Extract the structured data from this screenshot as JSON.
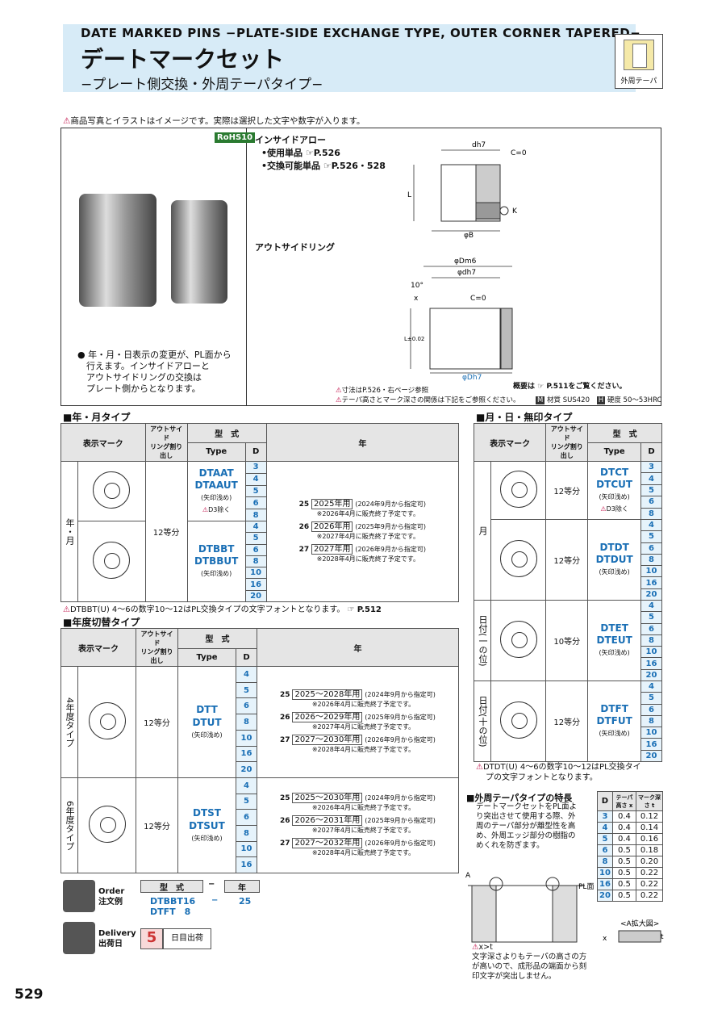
{
  "header": {
    "en_title": "DATE MARKED PINS −PLATE-SIDE EXCHANGE TYPE, OUTER CORNER TAPERED−",
    "jp_title": "デートマークセット",
    "jp_subtitle": "−プレート側交換・外周テーパタイプ−",
    "badge_label": "外周テーパ"
  },
  "notice": "商品写真とイラストはイメージです。実際は選択した文字や数字が入ります。",
  "product_box": {
    "rohs": "RoHS10",
    "bullets": [
      "年・月・日表示の変更が、PL面から",
      "行えます。インサイドアローと",
      "アウトサイドリングの交換は",
      "プレート側からとなります。"
    ],
    "inside_arrow": {
      "title": "インサイドアロー",
      "single": "•使用単品",
      "single_ref": "P.526",
      "exch": "•交換可能単品",
      "exch_ref": "P.526・528"
    },
    "outside_ring": {
      "title": "アウトサイドリング"
    },
    "dims_top": {
      "d": "dh7",
      "c": "C=0",
      "l": "L",
      "k": "K",
      "b": "φB"
    },
    "dims_bottom": {
      "dm": "φDm6",
      "dh": "φdh7",
      "c": "C=0",
      "ang": "10°",
      "x": "x",
      "l": "L±0.02",
      "d": "φDh7"
    },
    "foot1": "寸法はP.526・右ページ参照",
    "foot2": "テーパ高さとマーク深さの関係は下記をご参照ください。",
    "outline": "概要は",
    "outline_ref": "P.511をご覧ください。",
    "material": "材質",
    "material_val": "SUS420",
    "hardness": "硬度",
    "hardness_val": "50〜53HRC"
  },
  "ym_section": {
    "title": "■年・月タイプ",
    "headers": {
      "mark": "表示マーク",
      "outside": "アウトサイド",
      "outside2": "リング割り出し",
      "model": "型　式",
      "type": "Type",
      "d": "D",
      "year": "年"
    },
    "group": "年・月",
    "div": "12等分",
    "rowA": {
      "types": [
        "DTAAT",
        "DTAAUT"
      ],
      "note1": "(矢印浅め)",
      "note2": "D3除く",
      "d": [
        "3",
        "4",
        "5",
        "6",
        "8"
      ]
    },
    "rowB": {
      "types": [
        "DTBBT",
        "DTBBUT"
      ],
      "note1": "(矢印浅め)",
      "d": [
        "4",
        "5",
        "6",
        "8",
        "10",
        "16",
        "20"
      ]
    },
    "years": [
      {
        "n": "25",
        "label": "2025年用",
        "spec": "(2024年9月から指定可)",
        "sale": "※2026年4月に販売終了予定です。"
      },
      {
        "n": "26",
        "label": "2026年用",
        "spec": "(2025年9月から指定可)",
        "sale": "※2027年4月に販売終了予定です。"
      },
      {
        "n": "27",
        "label": "2027年用",
        "spec": "(2026年9月から指定可)",
        "sale": "※2028年4月に販売終了予定です。"
      }
    ],
    "footnote": "DTBBT(U) 4〜6の数字10〜12はPL交換タイプの文字フォントとなります。",
    "footnote_ref": "P.512"
  },
  "yc_section": {
    "title": "■年度切替タイプ",
    "div": "12等分",
    "group4": "4年度タイプ",
    "group6": "6年度タイプ",
    "r4": {
      "types": [
        "DTT",
        "DTUT"
      ],
      "note": "(矢印浅め)",
      "d": [
        "4",
        "5",
        "6",
        "8",
        "10",
        "16",
        "20"
      ],
      "years": [
        {
          "n": "25",
          "label": "2025〜2028年用",
          "spec": "(2024年9月から指定可)",
          "sale": "※2026年4月に販売終了予定です。"
        },
        {
          "n": "26",
          "label": "2026〜2029年用",
          "spec": "(2025年9月から指定可)",
          "sale": "※2027年4月に販売終了予定です。"
        },
        {
          "n": "27",
          "label": "2027〜2030年用",
          "spec": "(2026年9月から指定可)",
          "sale": "※2028年4月に販売終了予定です。"
        }
      ]
    },
    "r6": {
      "types": [
        "DTST",
        "DTSUT"
      ],
      "note": "(矢印浅め)",
      "d": [
        "4",
        "5",
        "6",
        "8",
        "10",
        "16"
      ],
      "years": [
        {
          "n": "25",
          "label": "2025〜2030年用",
          "spec": "(2024年9月から指定可)",
          "sale": "※2026年4月に販売終了予定です。"
        },
        {
          "n": "26",
          "label": "2026〜2031年用",
          "spec": "(2025年9月から指定可)",
          "sale": "※2027年4月に販売終了予定です。"
        },
        {
          "n": "27",
          "label": "2027〜2032年用",
          "spec": "(2026年9月から指定可)",
          "sale": "※2028年4月に販売終了予定です。"
        }
      ]
    }
  },
  "md_section": {
    "title": "■月・日・無印タイプ",
    "groups": [
      {
        "label": "月",
        "div": "12等分",
        "types": [
          "DTCT",
          "DTCUT"
        ],
        "note": "(矢印浅め)",
        "note2": "D3除く",
        "d": [
          "3",
          "4",
          "5",
          "6",
          "8"
        ]
      },
      {
        "label": "",
        "div": "12等分",
        "types": [
          "DTDT",
          "DTDUT"
        ],
        "note": "(矢印浅め)",
        "d": [
          "4",
          "5",
          "6",
          "8",
          "10",
          "16",
          "20"
        ]
      },
      {
        "label": "日付(一の位)",
        "div": "10等分",
        "types": [
          "DTET",
          "DTEUT"
        ],
        "note": "(矢印浅め)",
        "d": [
          "4",
          "5",
          "6",
          "8",
          "10",
          "16",
          "20"
        ]
      },
      {
        "label": "日付(十の位)",
        "div": "12等分",
        "types": [
          "DTFT",
          "DTFUT"
        ],
        "note": "(矢印浅め)",
        "d": [
          "4",
          "5",
          "6",
          "8",
          "10",
          "16",
          "20"
        ]
      }
    ],
    "footnote1": "DTDT(U) 4〜6の数字10〜12はPL交換タイ",
    "footnote2": "プの文字フォントとなります。"
  },
  "taper": {
    "title": "■外周テーパタイプの特長",
    "desc": [
      "デートマークセットをPL面よ",
      "り突出させて使用する際、外",
      "周のテーパ部分が離型性を高",
      "め、外周エッジ部分の樹脂の",
      "めくれを防ぎます。"
    ],
    "headers": [
      "D",
      "テーパ高さ x",
      "マーク深さ t"
    ],
    "rows": [
      [
        "3",
        "0.4",
        "0.12"
      ],
      [
        "4",
        "0.4",
        "0.14"
      ],
      [
        "5",
        "0.4",
        "0.16"
      ],
      [
        "6",
        "0.5",
        "0.18"
      ],
      [
        "8",
        "0.5",
        "0.20"
      ],
      [
        "10",
        "0.5",
        "0.22"
      ],
      [
        "16",
        "0.5",
        "0.22"
      ],
      [
        "20",
        "0.5",
        "0.22"
      ]
    ],
    "fig_a": "A",
    "fig_pl": "PL面",
    "fig_enl": "<A拡大図>",
    "fig_x": "x",
    "fig_t": "t",
    "note_title": "x>t",
    "note": [
      "文字深さよりもテーパの高さの方",
      "が高いので、成形品の端面から刻",
      "印文字が突出しません。"
    ]
  },
  "order": {
    "label_en": "Order",
    "label_jp": "注文例",
    "h_model": "型　式",
    "h_dash": "−",
    "h_year": "年",
    "ex1_model": "DTBBT16",
    "ex1_year": "25",
    "ex2_model": "DTFT　8"
  },
  "delivery": {
    "label_en": "Delivery",
    "label_jp": "出荷日",
    "days": "5",
    "unit": "日目出荷"
  },
  "page_number": "529"
}
